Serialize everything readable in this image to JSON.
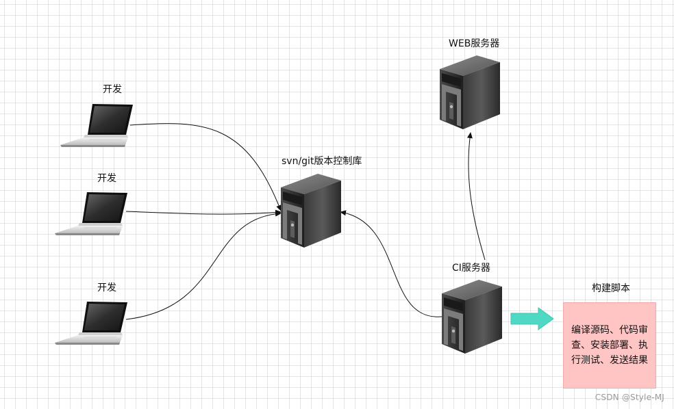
{
  "nodes": {
    "dev1": {
      "label": "开发",
      "icon": "laptop-icon"
    },
    "dev2": {
      "label": "开发",
      "icon": "laptop-icon"
    },
    "dev3": {
      "label": "开发",
      "icon": "laptop-icon"
    },
    "repo": {
      "label": "svn/git版本控制库",
      "icon": "server-icon"
    },
    "web": {
      "label": "WEB服务器",
      "icon": "server-icon"
    },
    "ci": {
      "label": "CI服务器",
      "icon": "server-icon"
    },
    "script": {
      "label": "构建脚本",
      "text": "编译源码、代码审查、安装部署、执行测试、发送结果",
      "color": "#ffc4c4"
    }
  },
  "edges": [
    {
      "from": "dev1",
      "to": "repo"
    },
    {
      "from": "dev2",
      "to": "repo"
    },
    {
      "from": "dev3",
      "to": "repo"
    },
    {
      "from": "ci",
      "to": "repo"
    },
    {
      "from": "ci",
      "to": "web"
    },
    {
      "from": "ci",
      "to": "script",
      "style": "thick-arrow",
      "color": "#4fd8c4"
    }
  ],
  "watermark": "CSDN @Style-MJ"
}
